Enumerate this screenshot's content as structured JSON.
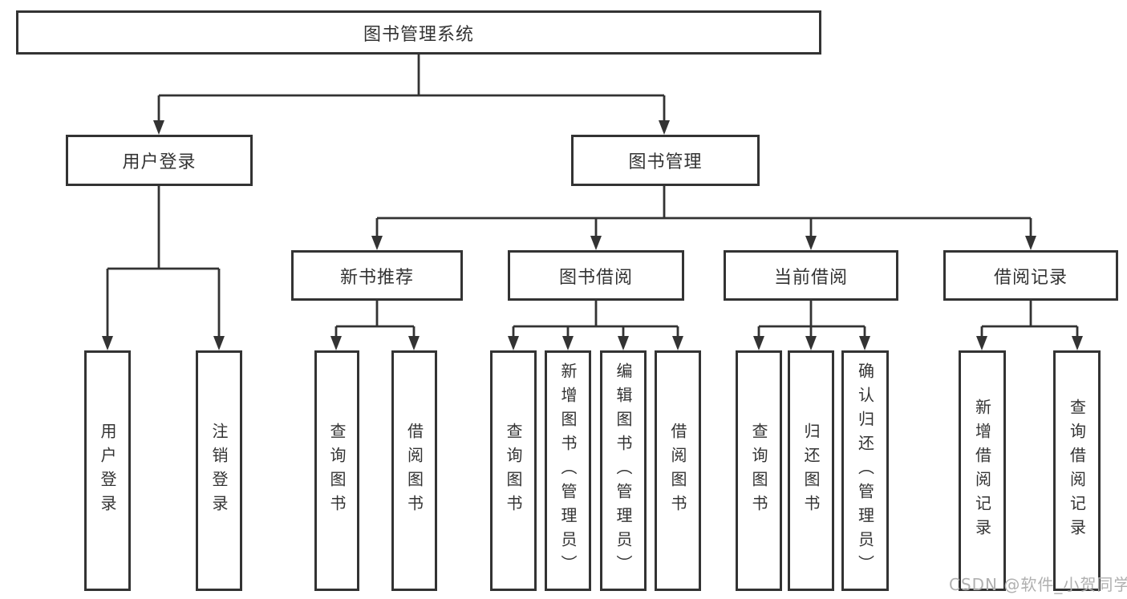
{
  "tree": {
    "root": "图书管理系统",
    "branches": [
      {
        "label": "用户登录",
        "children": [
          "用户登录",
          "注销登录"
        ]
      },
      {
        "label": "图书管理",
        "sections": [
          {
            "label": "新书推荐",
            "children": [
              "查询图书",
              "借阅图书"
            ]
          },
          {
            "label": "图书借阅",
            "children": [
              "查询图书",
              "新增图书（管理员）",
              "编辑图书（管理员）",
              "借阅图书"
            ]
          },
          {
            "label": "当前借阅",
            "children": [
              "查询图书",
              "归还图书",
              "确认归还（管理员）"
            ]
          },
          {
            "label": "借阅记录",
            "children": [
              "新增借阅记录",
              "查询借阅记录"
            ]
          }
        ]
      }
    ]
  },
  "watermark": {
    "text": "CSDN @软件_小贺同学"
  },
  "colors": {
    "line": "#333333",
    "box_border": "#333333",
    "text": "#333333",
    "background": "#ffffff",
    "watermark_text": "#b0b0b0"
  }
}
